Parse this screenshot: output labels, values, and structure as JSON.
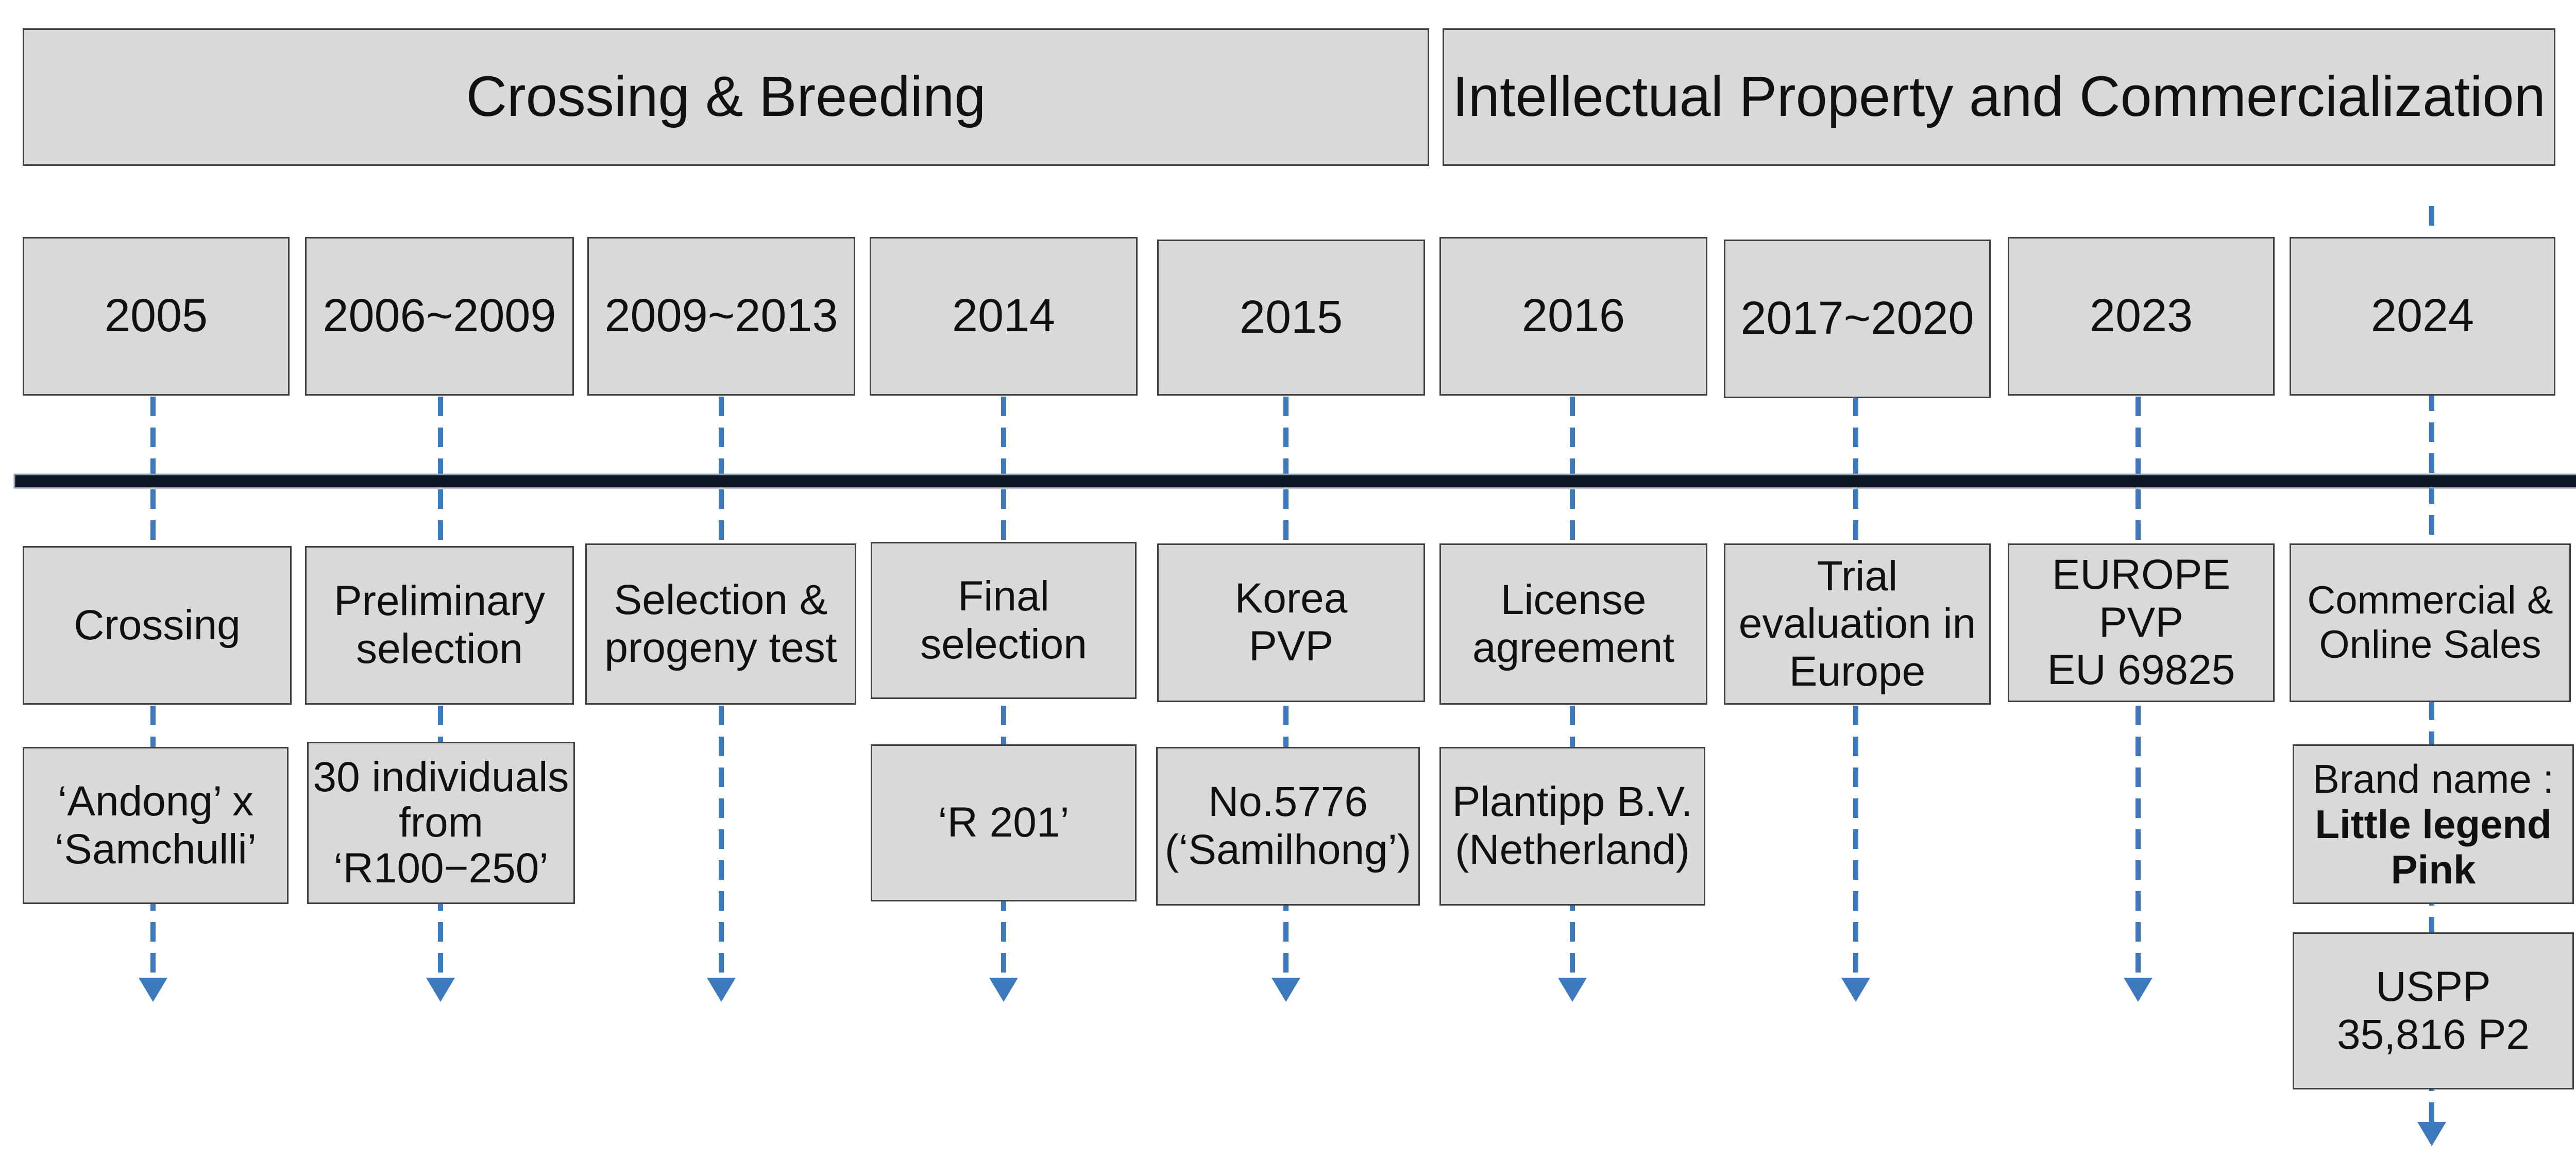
{
  "colors": {
    "box_fill": "#d9d9d9",
    "box_border": "#404040",
    "timeline_arrow": "#0e1626",
    "dashed_connector": "#3d79bc"
  },
  "headers": {
    "breeding": "Crossing & Breeding",
    "ip": "Intellectual Property and Commercialization"
  },
  "stages": [
    {
      "year": "2005",
      "event": [
        "Crossing"
      ],
      "detail": [
        "‘Andong’ x",
        "‘Samchulli’"
      ]
    },
    {
      "year": "2006~2009",
      "event": [
        "Preliminary",
        "selection"
      ],
      "detail": [
        "30 individuals",
        "from",
        "‘R100−250’"
      ]
    },
    {
      "year": "2009~2013",
      "event": [
        "Selection &",
        "progeny test"
      ]
    },
    {
      "year": "2014",
      "event": [
        "Final",
        "selection"
      ],
      "detail": [
        "‘R 201’"
      ]
    },
    {
      "year": "2015",
      "event": [
        "Korea",
        "PVP"
      ],
      "detail": [
        "No.5776",
        "(‘Samilhong’)"
      ]
    },
    {
      "year": "2016",
      "event": [
        "License",
        "agreement"
      ],
      "detail": [
        "Plantipp B.V.",
        "(Netherland)"
      ]
    },
    {
      "year": "2017~2020",
      "event": [
        "Trial",
        "evaluation in",
        "Europe"
      ]
    },
    {
      "year": "2023",
      "event": [
        "EUROPE",
        "PVP",
        "EU 69825"
      ]
    },
    {
      "year": "2024",
      "event": [
        "Commercial &",
        "Online Sales"
      ],
      "brand": {
        "label": "Brand name :",
        "name_line1": "Little legend",
        "name_line2": "Pink"
      },
      "patent": [
        "USPP",
        "35,816 P2"
      ]
    }
  ]
}
